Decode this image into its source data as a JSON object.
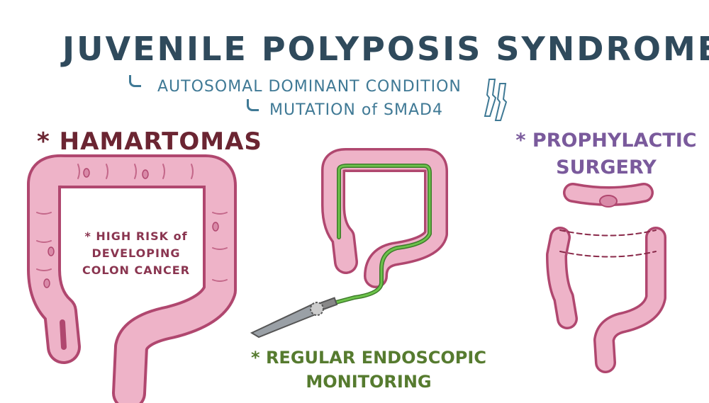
{
  "title": "JUVENILE POLYPOSIS SYNDROME",
  "subtitle": {
    "line1": "AUTOSOMAL DOMINANT CONDITION",
    "line2": "MUTATION of SMAD4"
  },
  "left_panel": {
    "heading": "* HAMARTOMAS",
    "note": "* HIGH RISK of DEVELOPING COLON CANCER"
  },
  "middle_panel": {
    "caption": "* REGULAR ENDOSCOPIC MONITORING"
  },
  "right_panel": {
    "heading": "* PROPHYLACTIC SURGERY"
  },
  "colors": {
    "title": "#2f4a5c",
    "subtitle": "#3f7995",
    "hamartomas": "#6b2532",
    "colon_fill": "#eeb3c8",
    "colon_outline": "#b0476f",
    "endoscope": "#6cc24a",
    "monitoring": "#567b2f",
    "surgery": "#7a5a9c"
  }
}
